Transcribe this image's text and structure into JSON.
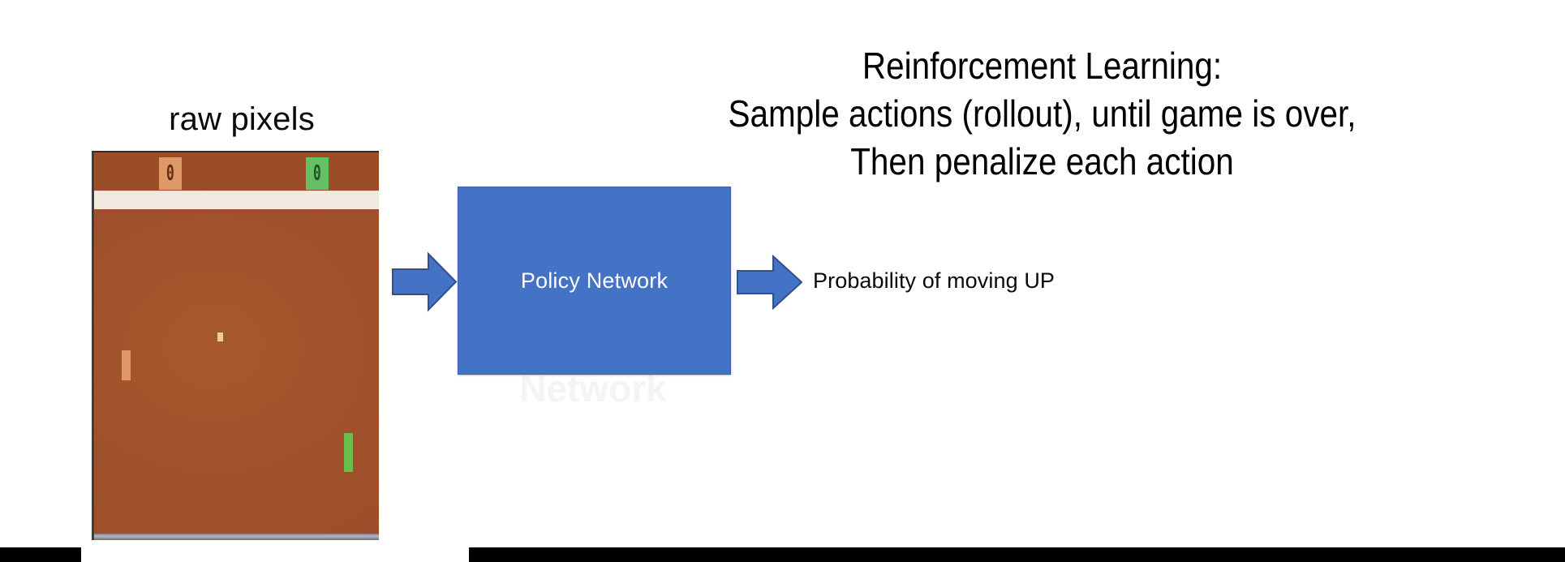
{
  "slide": {
    "background_color": "#ffffff",
    "bottom_bar_color": "#000000"
  },
  "heading": {
    "lines": [
      "Reinforcement Learning:",
      "Sample actions (rollout), until game is over,",
      "Then penalize each action"
    ],
    "color": "#000000"
  },
  "pong": {
    "caption": "raw pixels",
    "field_color": "#a0522d",
    "divider_color": "#f2ece2",
    "score_left": "0",
    "score_right": "0",
    "score_left_color": "#e09a6a",
    "score_right_color": "#66c166",
    "paddle_left_color": "#e09a6a",
    "paddle_right_color": "#6dbf4f",
    "ball_color": "#f4cda4"
  },
  "diagram": {
    "policy_network_label": "Policy Network",
    "policy_network_color": "#4472c4",
    "arrow_color": "#4472c4",
    "arrow_border_color": "#2f528f",
    "input_arrow_icon": "right-arrow-icon",
    "output_arrow_icon": "right-arrow-icon",
    "output_label": "Probability of moving UP",
    "ghost_text": "Network"
  }
}
